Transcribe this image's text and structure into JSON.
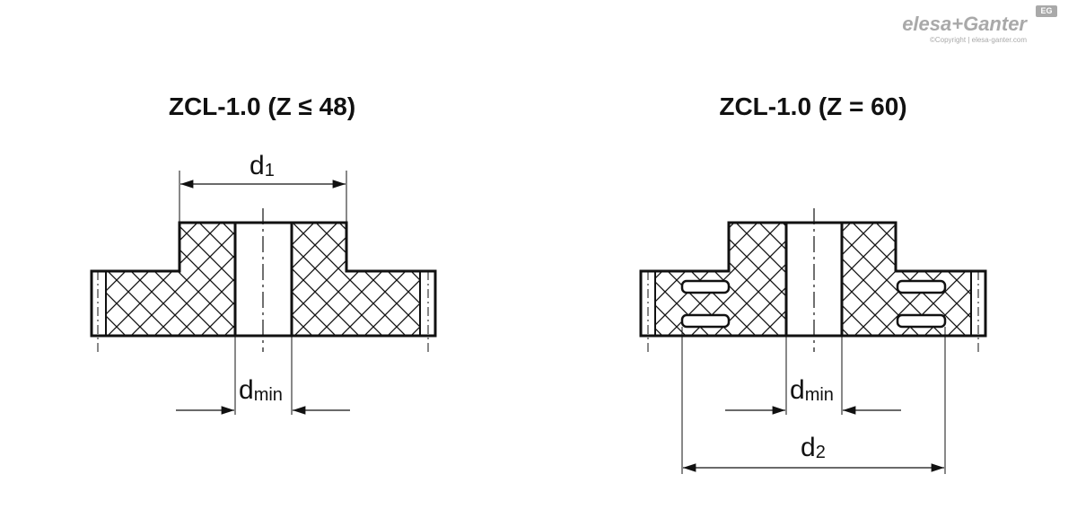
{
  "brand": {
    "name": "elesa+Ganter",
    "badge": "EG",
    "copyright": "©Copyright | elesa-ganter.com"
  },
  "colors": {
    "line": "#111111",
    "hatch": "#111111",
    "background": "#ffffff",
    "brand": "#a9a9a9"
  },
  "figures": [
    {
      "title": "ZCL-1.0 (Z ≤ 48)",
      "dimensions": [
        {
          "label": "d",
          "sub": "1"
        },
        {
          "label": "d",
          "sub": "min"
        }
      ]
    },
    {
      "title": "ZCL-1.0 (Z = 60)",
      "dimensions": [
        {
          "label": "d",
          "sub": "min"
        },
        {
          "label": "d",
          "sub": "2"
        }
      ]
    }
  ]
}
